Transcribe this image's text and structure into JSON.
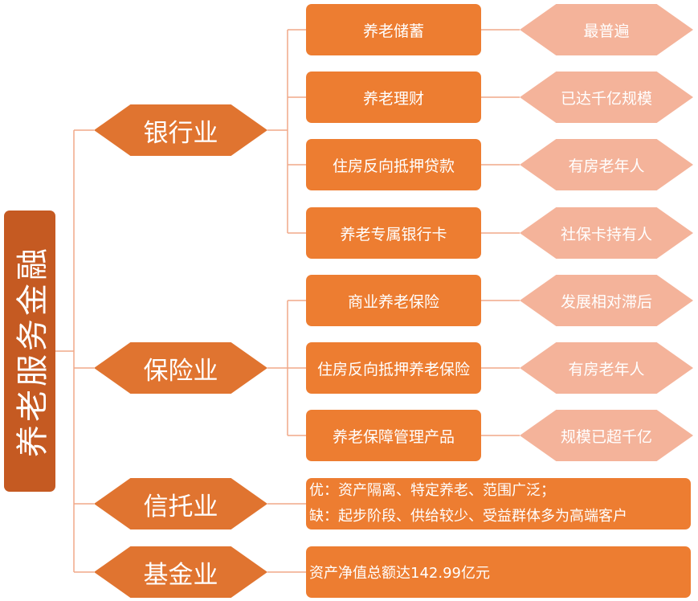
{
  "root": {
    "label": "养老服务金融"
  },
  "colors": {
    "root": "#C55A22",
    "category": "#E07430",
    "product": "#ED7D31",
    "feature": "#F4B39A",
    "connector": "#F0A989"
  },
  "banking": {
    "label": "银行业",
    "products": [
      {
        "name": "养老储蓄",
        "feature": "最普遍"
      },
      {
        "name": "养老理财",
        "feature": "已达千亿规模"
      },
      {
        "name": "住房反向抵押贷款",
        "feature": "有房老年人"
      },
      {
        "name": "养老专属银行卡",
        "feature": "社保卡持有人"
      }
    ]
  },
  "insurance": {
    "label": "保险业",
    "products": [
      {
        "name": "商业养老保险",
        "feature": "发展相对滞后"
      },
      {
        "name": "住房反向抵押养老保险",
        "feature": "有房老年人"
      },
      {
        "name": "养老保障管理产品",
        "feature": "规模已超千亿"
      }
    ]
  },
  "trust": {
    "label": "信托业",
    "pros": "优：资产隔离、特定养老、范围广泛；",
    "cons": "缺：起步阶段、供给较少、受益群体多为高端客户"
  },
  "fund": {
    "label": "基金业",
    "detail": "资产净值总额达142.99亿元"
  }
}
